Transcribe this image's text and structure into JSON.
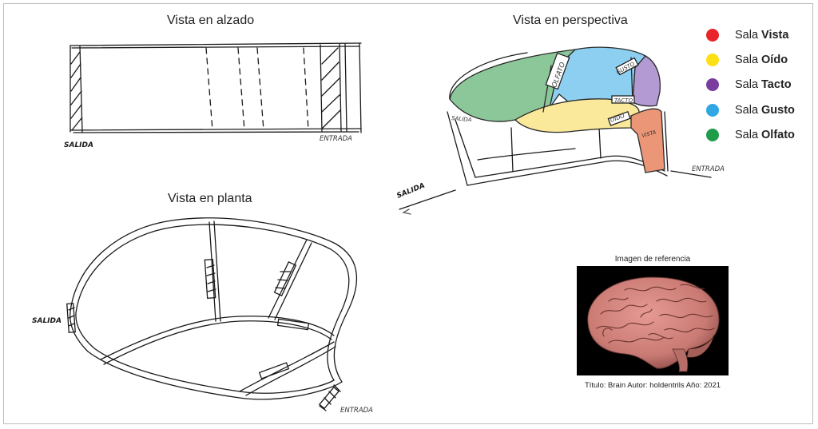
{
  "titles": {
    "elevation": "Vista en alzado",
    "perspective": "Vista en perspectiva",
    "plan": "Vista en planta"
  },
  "sketch_labels": {
    "exit": "SALIDA",
    "entrance": "ENTRADA",
    "smell": "OLFATO",
    "taste": "GUSTO",
    "touch": "TACTO",
    "hearing": "OÍDO",
    "sight": "VISTA"
  },
  "legend": [
    {
      "prefix": "Sala",
      "name": "Vista",
      "color": "#e8242a"
    },
    {
      "prefix": "Sala",
      "name": "Oído",
      "color": "#fbe014"
    },
    {
      "prefix": "Sala",
      "name": "Tacto",
      "color": "#7a3c9f"
    },
    {
      "prefix": "Sala",
      "name": "Gusto",
      "color": "#2fa7e4"
    },
    {
      "prefix": "Sala",
      "name": "Olfato",
      "color": "#1e9c4a"
    }
  ],
  "reference": {
    "heading": "Imagen de referencia",
    "caption": "Título: Brain   Autor: holdentrils   Año: 2021"
  },
  "room_colors": {
    "smell": "#8cc79a",
    "taste": "#8ccff0",
    "touch": "#b39ad2",
    "hearing": "#fbe99b",
    "sight": "#ea9677"
  }
}
